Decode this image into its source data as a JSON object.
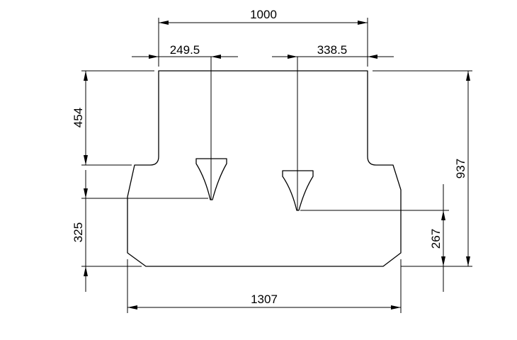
{
  "drawing": {
    "dimensions": {
      "overall_top_width": "1000",
      "left_probe_offset": "249.5",
      "right_probe_offset": "338.5",
      "upper_height": "454",
      "lower_height": "325",
      "total_height": "937",
      "right_probe_height": "267",
      "bottom_width": "1307"
    }
  }
}
